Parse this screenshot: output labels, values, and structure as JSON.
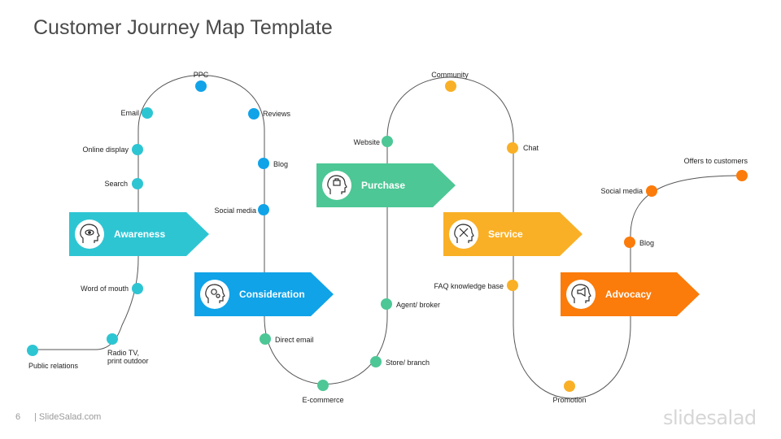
{
  "title": "Customer Journey Map Template",
  "colors": {
    "awareness": "#2ec5d3",
    "consideration": "#10a3e8",
    "purchase": "#4dc795",
    "service": "#f9b026",
    "advocacy": "#fb7b0b",
    "path": "#555555"
  },
  "stages": [
    {
      "key": "awareness",
      "label": "Awareness",
      "icon": "eye-head-icon"
    },
    {
      "key": "consideration",
      "label": "Consideration",
      "icon": "gears-head-icon"
    },
    {
      "key": "purchase",
      "label": "Purchase",
      "icon": "cart-head-icon"
    },
    {
      "key": "service",
      "label": "Service",
      "icon": "tools-head-icon"
    },
    {
      "key": "advocacy",
      "label": "Advocacy",
      "icon": "megaphone-head-icon"
    }
  ],
  "touchpoints": [
    {
      "stage": "awareness",
      "label": "Public relations"
    },
    {
      "stage": "awareness",
      "label": "Radio TV,"
    },
    {
      "stage": "awareness",
      "label": "print outdoor"
    },
    {
      "stage": "awareness",
      "label": "Word of mouth"
    },
    {
      "stage": "awareness",
      "label": "Search"
    },
    {
      "stage": "awareness",
      "label": "Online display"
    },
    {
      "stage": "awareness",
      "label": "Email"
    },
    {
      "stage": "consideration",
      "label": "PPC"
    },
    {
      "stage": "consideration",
      "label": "Reviews"
    },
    {
      "stage": "consideration",
      "label": "Blog"
    },
    {
      "stage": "consideration",
      "label": "Social media"
    },
    {
      "stage": "purchase",
      "label": "Direct email"
    },
    {
      "stage": "purchase",
      "label": "E-commerce"
    },
    {
      "stage": "purchase",
      "label": "Store/ branch"
    },
    {
      "stage": "purchase",
      "label": "Agent/ broker"
    },
    {
      "stage": "purchase",
      "label": "Website"
    },
    {
      "stage": "service",
      "label": "Community"
    },
    {
      "stage": "service",
      "label": "Chat"
    },
    {
      "stage": "service",
      "label": "FAQ knowledge base"
    },
    {
      "stage": "service",
      "label": "Promotion"
    },
    {
      "stage": "advocacy",
      "label": "Blog"
    },
    {
      "stage": "advocacy",
      "label": "Social media"
    },
    {
      "stage": "advocacy",
      "label": "Offers to customers"
    }
  ],
  "footer": {
    "page_number": "6",
    "site": "| SlideSalad.com",
    "logo": "slidesalad"
  }
}
